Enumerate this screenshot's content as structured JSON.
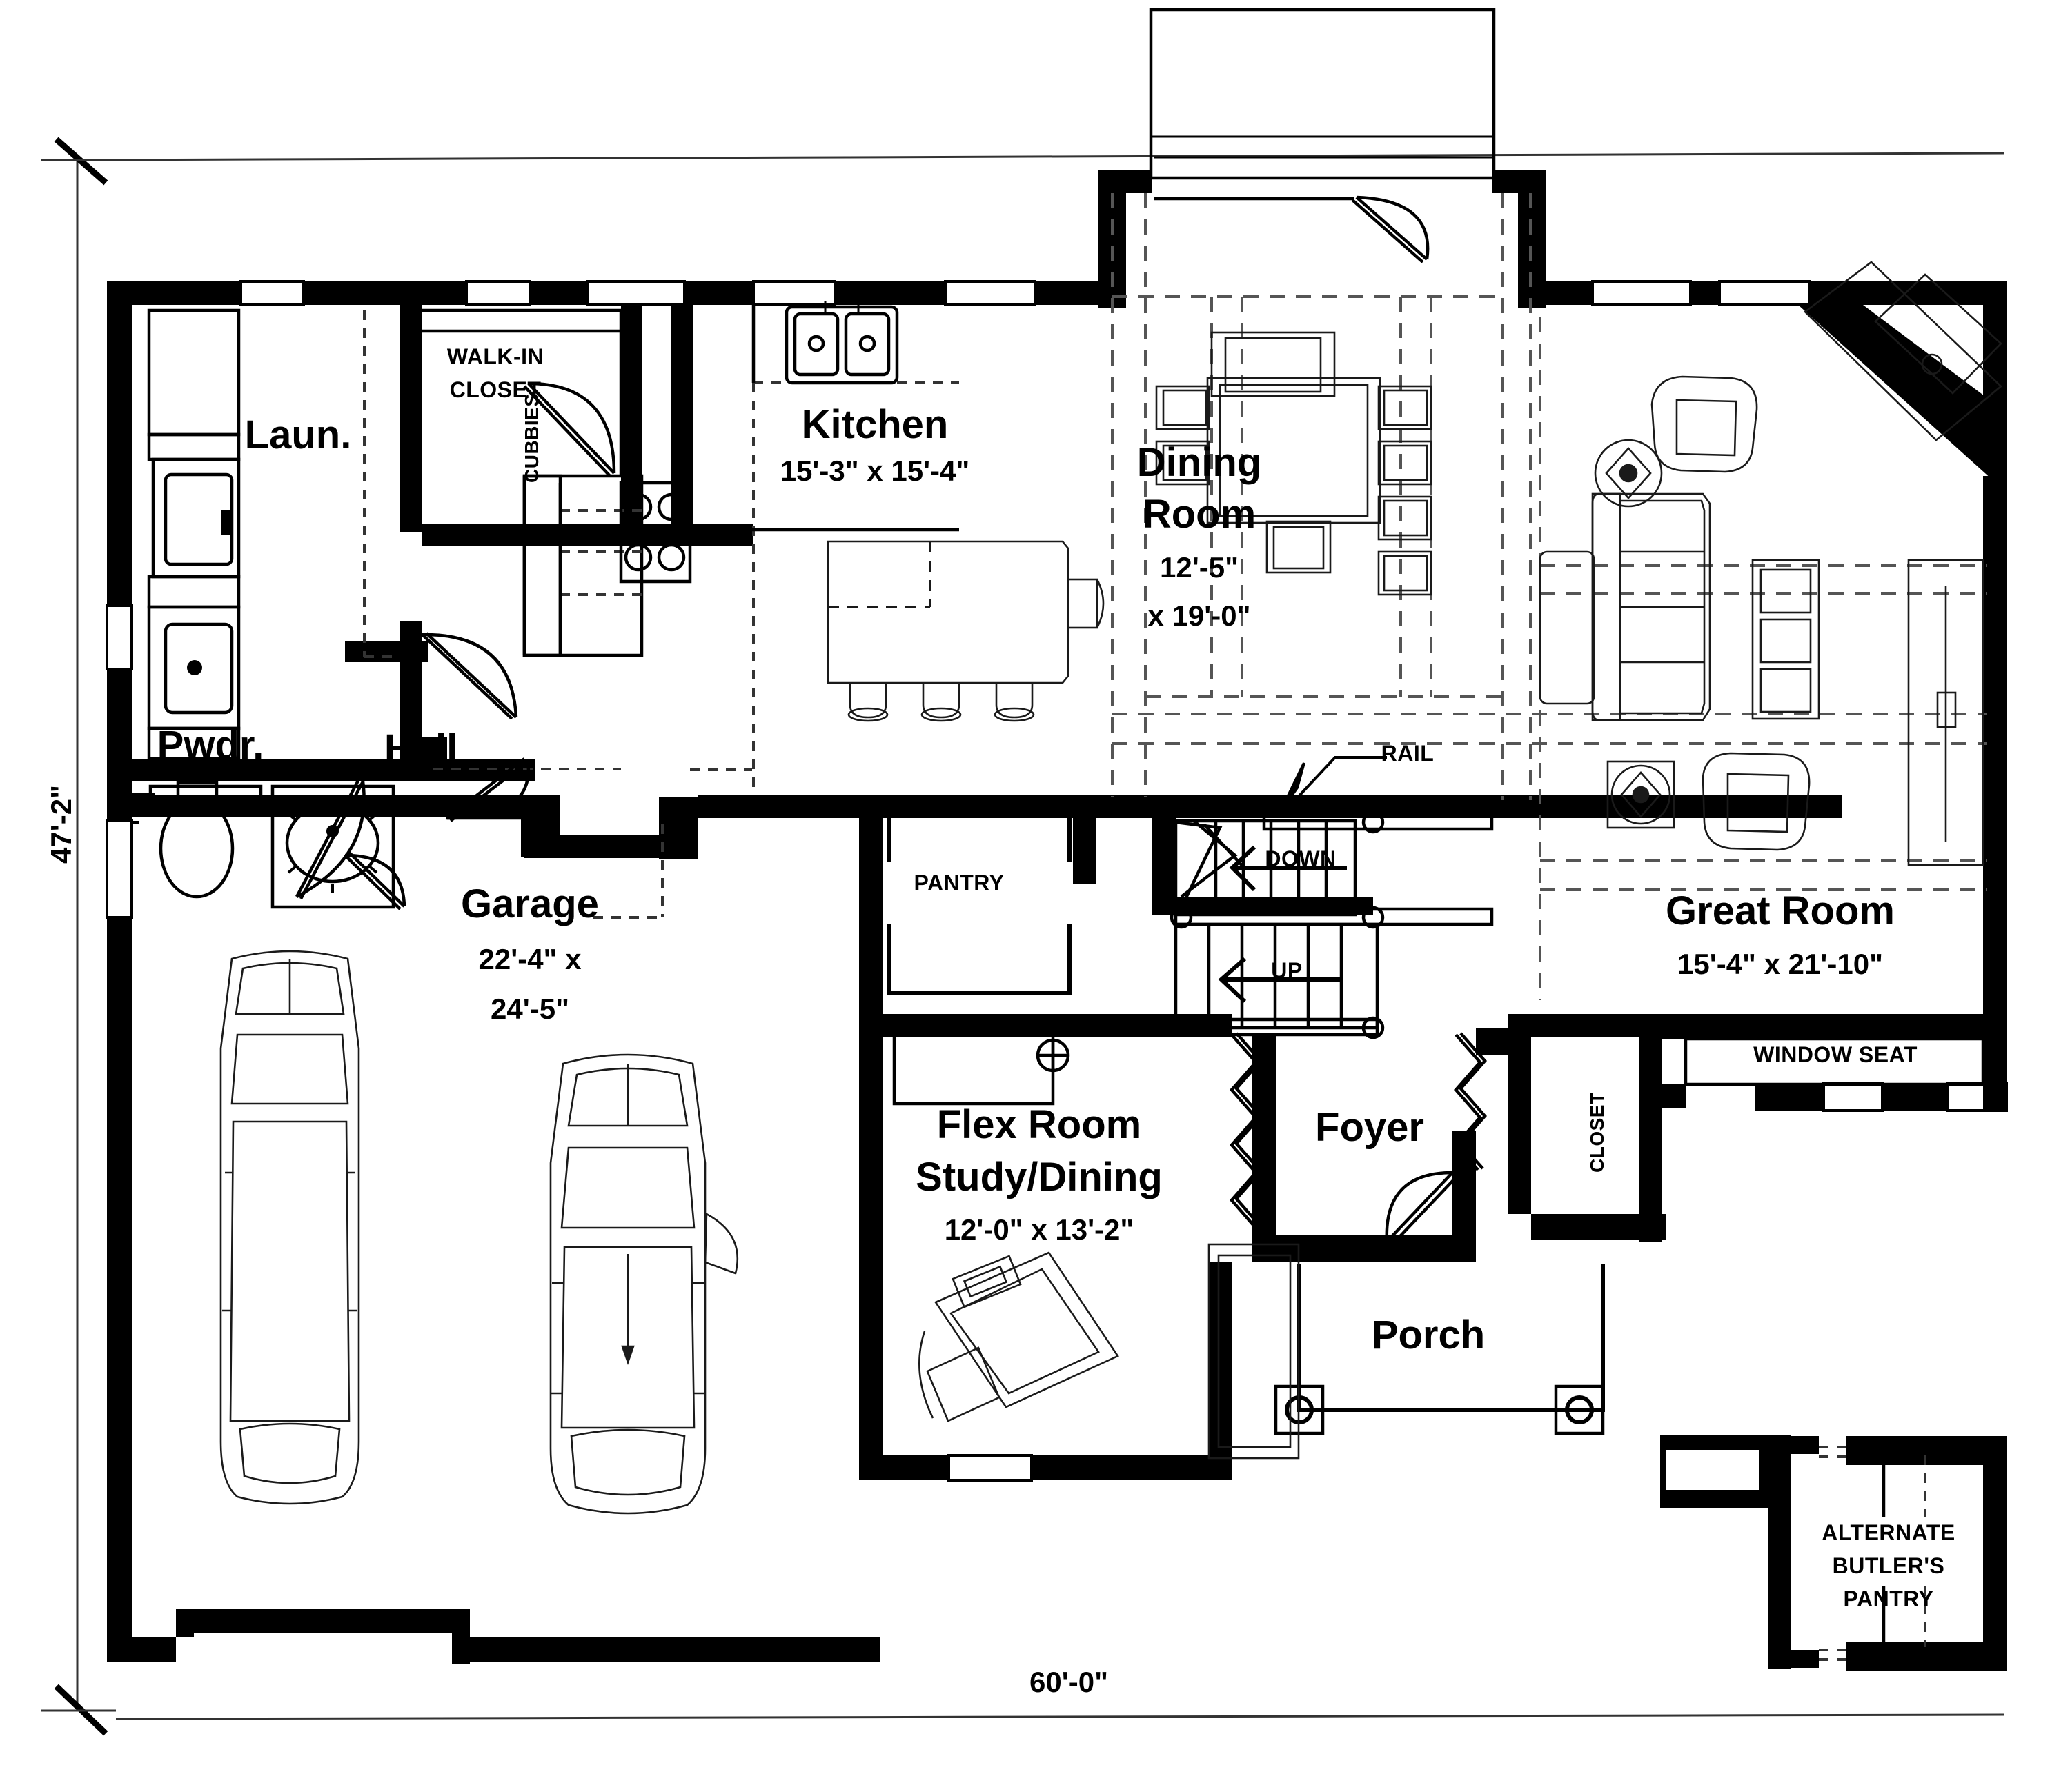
{
  "document": {
    "type": "architectural-floor-plan",
    "level": "Main Floor Plan"
  },
  "overall_dimensions": {
    "width_label": "60'-0\"",
    "depth_label": "47'-2\""
  },
  "rooms": [
    {
      "id": "laundry",
      "name": "Laun.",
      "dim1": "",
      "dim2": ""
    },
    {
      "id": "powder",
      "name": "Pwdr.",
      "dim1": "",
      "dim2": ""
    },
    {
      "id": "hall",
      "name": "Hall",
      "dim1": "",
      "dim2": ""
    },
    {
      "id": "kitchen",
      "name": "Kitchen",
      "dim1": "15'-3\" x 15'-4\"",
      "dim2": ""
    },
    {
      "id": "dining",
      "name": "Dining",
      "name2": "Room",
      "dim1": "12'-5\"",
      "dim2": "x 19'-0\""
    },
    {
      "id": "great",
      "name": "Great Room",
      "dim1": "15'-4\" x 21'-10\"",
      "dim2": ""
    },
    {
      "id": "garage",
      "name": "Garage",
      "dim1": "22'-4\" x",
      "dim2": "24'-5\""
    },
    {
      "id": "flex",
      "name": "Flex Room",
      "name2": "Study/Dining",
      "dim1": "12'-0\" x 13'-2\"",
      "dim2": ""
    },
    {
      "id": "foyer",
      "name": "Foyer",
      "dim1": "",
      "dim2": ""
    },
    {
      "id": "porch",
      "name": "Porch",
      "dim1": "",
      "dim2": ""
    }
  ],
  "annotations": {
    "walk_in_closet_line1": "WALK-IN",
    "walk_in_closet_line2": "CLOSET",
    "cubbies": "CUBBIES",
    "pantry": "PANTRY",
    "rail": "RAIL",
    "down": "DOWN",
    "up": "UP",
    "closet": "CLOSET",
    "window_seat": "WINDOW SEAT",
    "alt_pantry_line1": "ALTERNATE",
    "alt_pantry_line2": "BUTLER'S",
    "alt_pantry_line3": "PANTRY"
  },
  "colors": {
    "wall": "#000000",
    "background": "#ffffff",
    "furniture_line": "#1a1a1a",
    "dashed_guide": "#555555"
  }
}
